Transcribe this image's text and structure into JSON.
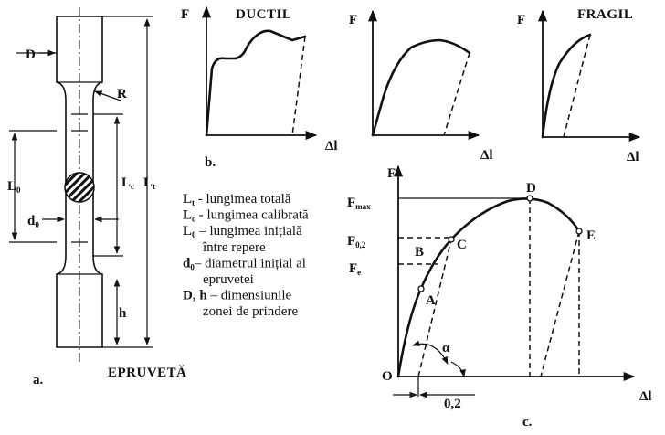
{
  "specimen": {
    "D": "D",
    "R": "R",
    "L0_main": "L",
    "L0_sub": "0",
    "d0_main": "d",
    "d0_sub": "0",
    "Lc_main": "L",
    "Lc_sub": "c",
    "Lt_main": "L",
    "Lt_sub": "t",
    "h": "h",
    "caption": "EPRUVETĂ",
    "panel": "a."
  },
  "graphs": {
    "ductil_title": "DUCTIL",
    "fragil_title": "FRAGIL",
    "F": "F",
    "dl": "Δl",
    "panel_b": "b.",
    "panel_c": "c."
  },
  "main_graph": {
    "Fmax_main": "F",
    "Fmax_sub": "max",
    "F02_main": "F",
    "F02_sub": "0,2",
    "Fe_main": "F",
    "Fe_sub": "e",
    "A": "A",
    "B": "B",
    "C": "C",
    "D": "D",
    "E": "E",
    "O": "O",
    "alpha": "α",
    "offset": "0,2"
  },
  "legend": [
    {
      "sym": "L",
      "sub": "t",
      "text": " - lungimea totală"
    },
    {
      "sym": "L",
      "sub": "c",
      "text": " - lungimea calibrată"
    },
    {
      "sym": "L",
      "sub": "0",
      "text": " – lungimea inițială"
    },
    {
      "sym": "",
      "sub": "",
      "text": "între repere"
    },
    {
      "sym": "d",
      "sub": "0",
      "text": "– diametrul inițial al"
    },
    {
      "sym": "",
      "sub": "",
      "text": "epruvetei"
    },
    {
      "sym": "D, h",
      "sub": "",
      "text": " – dimensiunile"
    },
    {
      "sym": "",
      "sub": "",
      "text": "zonei de prindere"
    }
  ]
}
